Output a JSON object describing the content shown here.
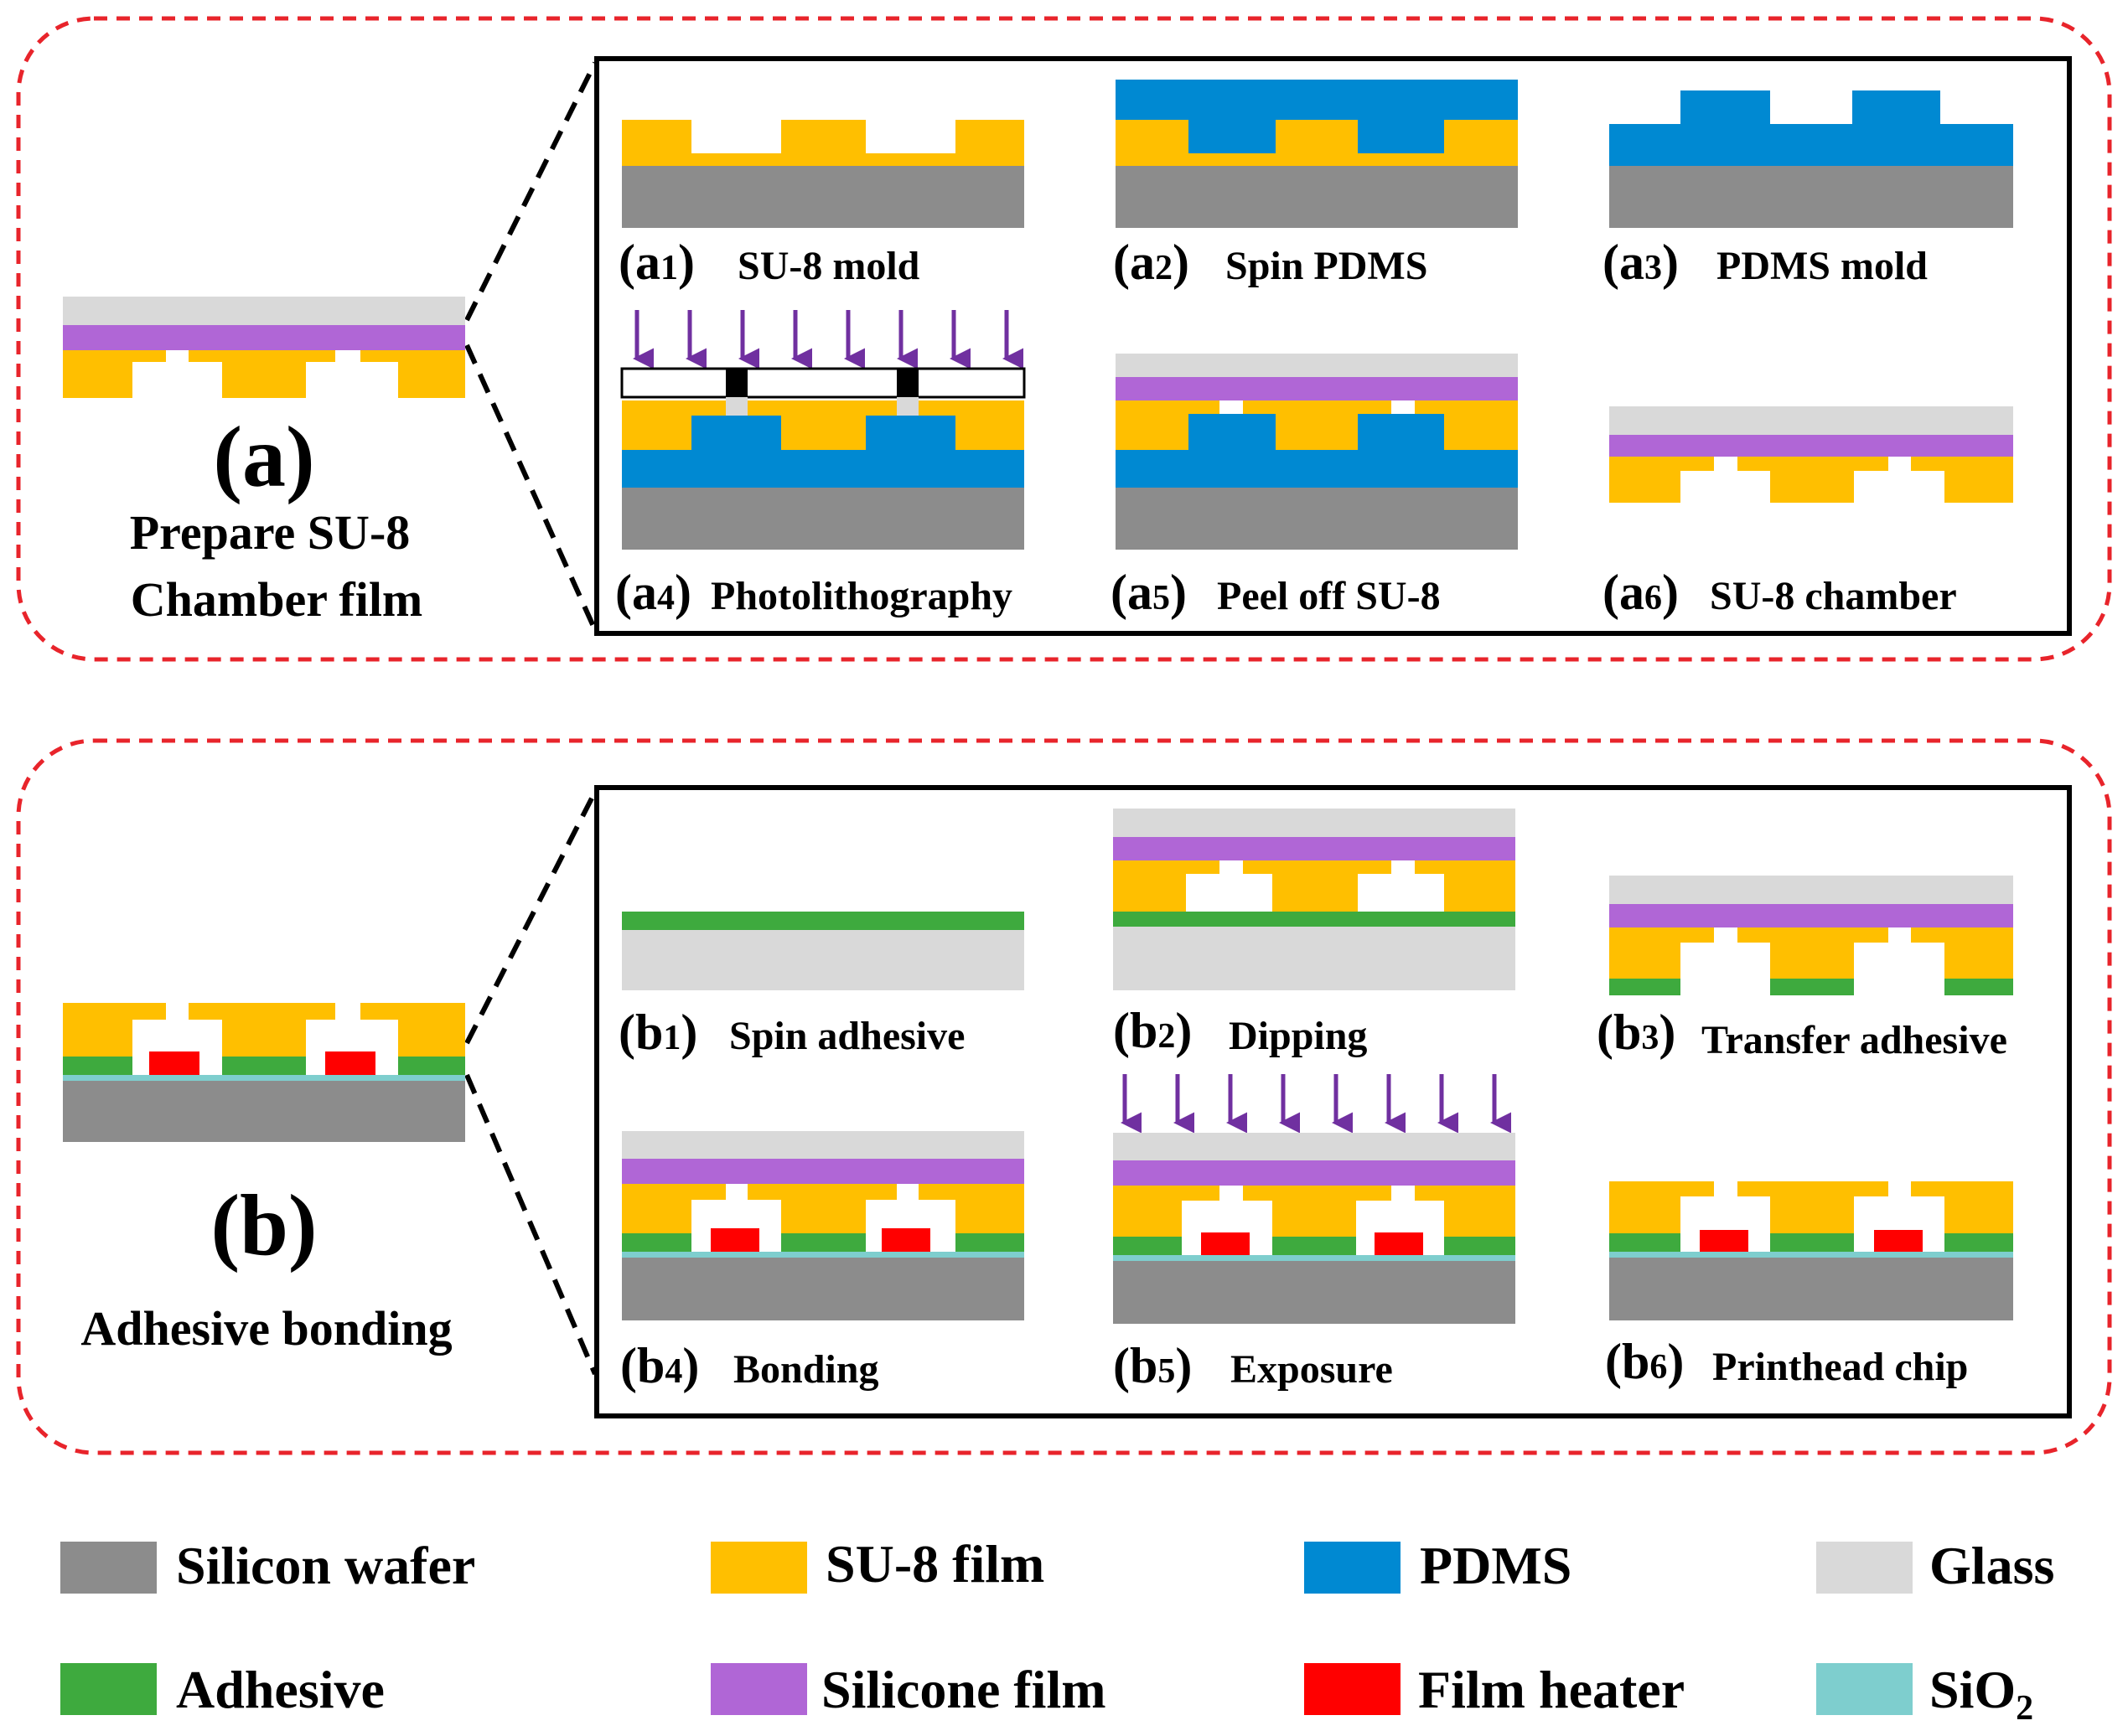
{
  "colors": {
    "silicon": "#8c8c8c",
    "su8": "#ffbf00",
    "pdms": "#0089d2",
    "glass": "#d9d9d9",
    "adhesive": "#3eaa3e",
    "silicone": "#b066d6",
    "heater": "#ff0000",
    "sio2": "#7ecece",
    "arrow": "#7030a0",
    "dashed_border": "#e8242b"
  },
  "section_a": {
    "letter": "(a)",
    "title_line1": "Prepare SU-8",
    "title_line2": "Chamber film",
    "steps": [
      {
        "paren_open": "(a",
        "sub": "1",
        "paren_close": ")",
        "caption": "SU-8 mold"
      },
      {
        "paren_open": "(a",
        "sub": "2",
        "paren_close": ")",
        "caption": "Spin PDMS"
      },
      {
        "paren_open": "(a",
        "sub": "3",
        "paren_close": ")",
        "caption": "PDMS mold"
      },
      {
        "paren_open": "(a",
        "sub": "4",
        "paren_close": ")",
        "caption": "Photolithography"
      },
      {
        "paren_open": "(a",
        "sub": "5",
        "paren_close": ")",
        "caption": "Peel off SU-8"
      },
      {
        "paren_open": "(a",
        "sub": "6",
        "paren_close": ")",
        "caption": "SU-8 chamber"
      }
    ]
  },
  "section_b": {
    "letter": "(b)",
    "title": "Adhesive bonding",
    "steps": [
      {
        "paren_open": "(b",
        "sub": "1",
        "paren_close": ")",
        "caption": "Spin adhesive"
      },
      {
        "paren_open": "(b",
        "sub": "2",
        "paren_close": ")",
        "caption": "Dipping"
      },
      {
        "paren_open": "(b",
        "sub": "3",
        "paren_close": ")",
        "caption": "Transfer adhesive"
      },
      {
        "paren_open": "(b",
        "sub": "4",
        "paren_close": ")",
        "caption": "Bonding"
      },
      {
        "paren_open": "(b",
        "sub": "5",
        "paren_close": ")",
        "caption": "Exposure"
      },
      {
        "paren_open": "(b",
        "sub": "6",
        "paren_close": ")",
        "caption": "Printhead chip"
      }
    ]
  },
  "legend": [
    {
      "label": "Silicon wafer",
      "color_key": "silicon"
    },
    {
      "label": "SU-8 film",
      "color_key": "su8"
    },
    {
      "label": "PDMS",
      "color_key": "pdms"
    },
    {
      "label": "Glass",
      "color_key": "glass"
    },
    {
      "label": "Adhesive",
      "color_key": "adhesive"
    },
    {
      "label": "Silicone film",
      "color_key": "silicone"
    },
    {
      "label": "Film heater",
      "color_key": "heater"
    },
    {
      "label": "SiO",
      "label_sub": "2",
      "color_key": "sio2"
    }
  ]
}
